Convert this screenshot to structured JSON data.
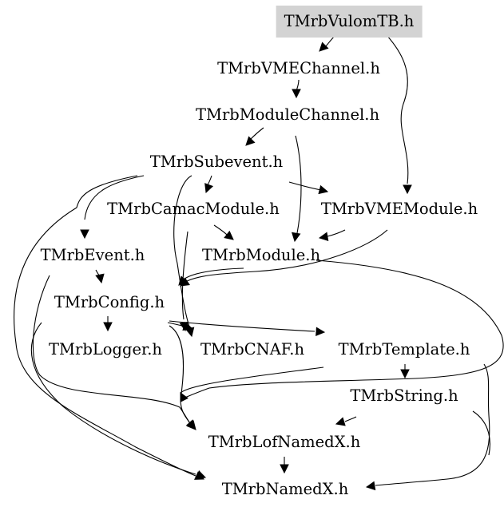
{
  "graph": {
    "root": "TMrbVulomTB.h",
    "nodes": [
      {
        "id": "vulomtb",
        "label": "TMrbVulomTB.h",
        "highlighted": true
      },
      {
        "id": "vmechannel",
        "label": "TMrbVMEChannel.h"
      },
      {
        "id": "modulechannel",
        "label": "TMrbModuleChannel.h"
      },
      {
        "id": "subevent",
        "label": "TMrbSubevent.h"
      },
      {
        "id": "camacmodule",
        "label": "TMrbCamacModule.h"
      },
      {
        "id": "vmemodule",
        "label": "TMrbVMEModule.h"
      },
      {
        "id": "event",
        "label": "TMrbEvent.h"
      },
      {
        "id": "module",
        "label": "TMrbModule.h"
      },
      {
        "id": "config",
        "label": "TMrbConfig.h"
      },
      {
        "id": "logger",
        "label": "TMrbLogger.h"
      },
      {
        "id": "cnaf",
        "label": "TMrbCNAF.h"
      },
      {
        "id": "template",
        "label": "TMrbTemplate.h"
      },
      {
        "id": "string",
        "label": "TMrbString.h"
      },
      {
        "id": "lofnamedx",
        "label": "TMrbLofNamedX.h"
      },
      {
        "id": "namedx",
        "label": "TMrbNamedX.h"
      }
    ],
    "edges": [
      {
        "from": "vulomtb",
        "to": "vmechannel"
      },
      {
        "from": "vulomtb",
        "to": "vmemodule"
      },
      {
        "from": "vmechannel",
        "to": "modulechannel"
      },
      {
        "from": "modulechannel",
        "to": "subevent"
      },
      {
        "from": "modulechannel",
        "to": "module"
      },
      {
        "from": "subevent",
        "to": "camacmodule"
      },
      {
        "from": "subevent",
        "to": "vmemodule"
      },
      {
        "from": "subevent",
        "to": "event"
      },
      {
        "from": "subevent",
        "to": "cnaf"
      },
      {
        "from": "subevent",
        "to": "namedx"
      },
      {
        "from": "camacmodule",
        "to": "module"
      },
      {
        "from": "camacmodule",
        "to": "cnaf"
      },
      {
        "from": "vmemodule",
        "to": "module"
      },
      {
        "from": "vmemodule",
        "to": "config"
      },
      {
        "from": "event",
        "to": "config"
      },
      {
        "from": "event",
        "to": "lofnamedx"
      },
      {
        "from": "module",
        "to": "config"
      },
      {
        "from": "module",
        "to": "lofnamedx"
      },
      {
        "from": "config",
        "to": "logger"
      },
      {
        "from": "config",
        "to": "cnaf"
      },
      {
        "from": "config",
        "to": "template"
      },
      {
        "from": "config",
        "to": "lofnamedx"
      },
      {
        "from": "config",
        "to": "namedx"
      },
      {
        "from": "template",
        "to": "string"
      },
      {
        "from": "template",
        "to": "lofnamedx"
      },
      {
        "from": "template",
        "to": "namedx"
      },
      {
        "from": "string",
        "to": "lofnamedx"
      },
      {
        "from": "string",
        "to": "namedx"
      },
      {
        "from": "lofnamedx",
        "to": "namedx"
      }
    ]
  }
}
